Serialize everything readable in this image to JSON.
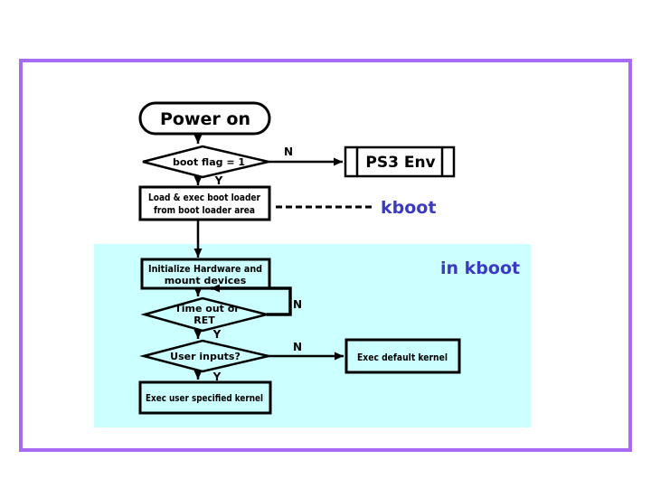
{
  "colors": {
    "border": "#a96af3",
    "region_fill": "#ccffff",
    "accent": "#3a3ac2",
    "line": "#000000"
  },
  "diagram": {
    "nodes": {
      "power_on": "Power on",
      "boot_flag": "boot flag = 1",
      "ps3_env": "PS3 Env",
      "load_loader_l1": "Load & exec boot loader",
      "load_loader_l2": "from boot loader area",
      "init_hw_l1": "Initialize Hardware and",
      "init_hw_l2": "mount devices",
      "timeout_l1": "Time out or",
      "timeout_l2": "RET",
      "user_inputs": "User inputs?",
      "exec_default": "Exec default kernel",
      "exec_user": "Exec user specified kernel"
    },
    "annotations": {
      "kboot": "kboot",
      "in_kboot": "in kboot"
    },
    "edge_labels": {
      "boot_flag_no": "N",
      "boot_flag_yes": "Y",
      "timeout_no": "N",
      "timeout_yes": "Y",
      "user_inputs_no": "N",
      "user_inputs_yes": "Y"
    }
  }
}
